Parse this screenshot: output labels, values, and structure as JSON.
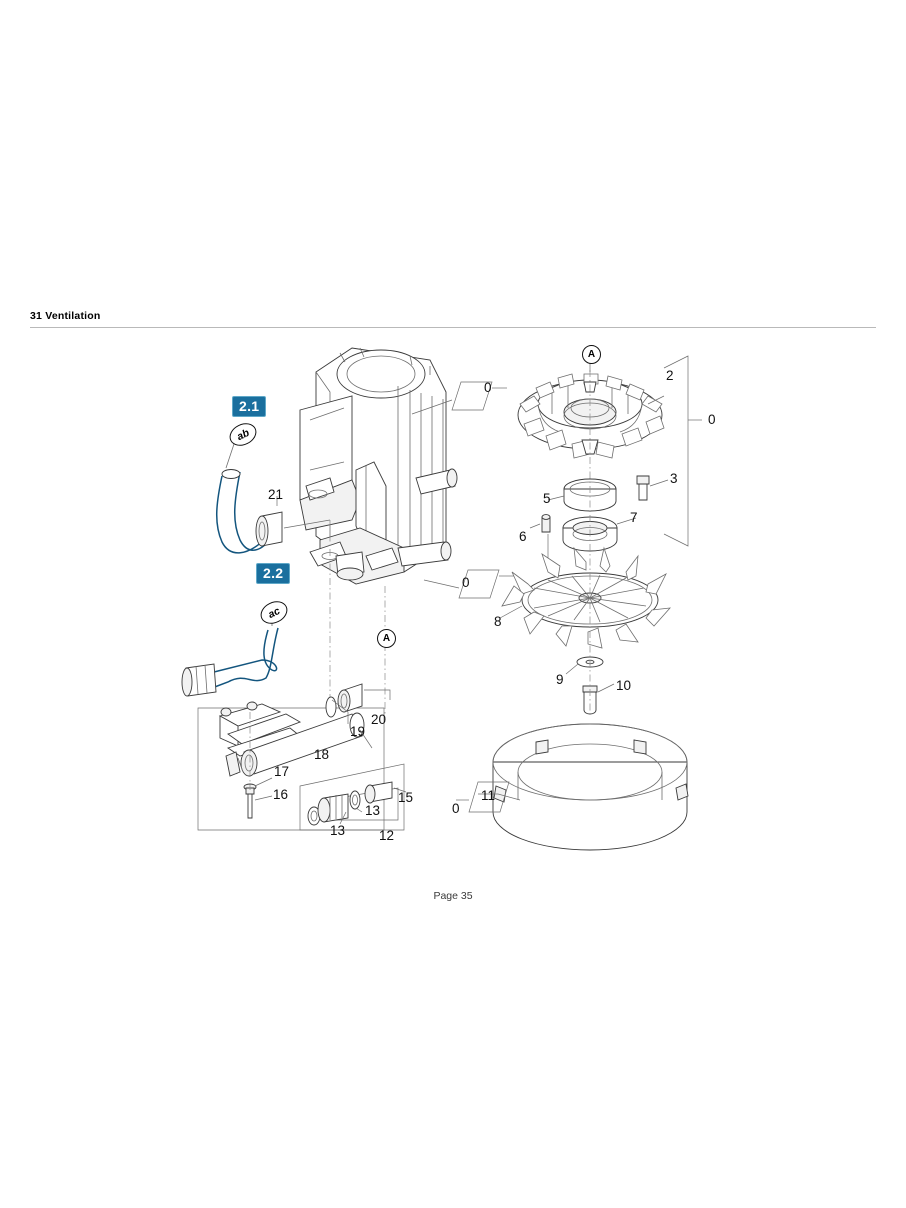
{
  "document": {
    "header_title": "31 Ventilation",
    "footer": "Page 35",
    "page_number": 35,
    "section_number": "31",
    "section_name": "Ventilation",
    "accent_color": "#1a6f9e",
    "line_color": "#6e6e6e"
  },
  "badges": [
    {
      "label": "2.1",
      "marker": "ab"
    },
    {
      "label": "2.2",
      "marker": "ac"
    }
  ],
  "reference_markers": [
    {
      "label": "A",
      "position": "top"
    },
    {
      "label": "A",
      "position": "bottom"
    }
  ],
  "callouts": {
    "zero_boxes": [
      {
        "label": "0",
        "id": "housing-top"
      },
      {
        "label": "0",
        "id": "housing-bottom"
      },
      {
        "label": "0",
        "id": "fan-assembly"
      },
      {
        "label": "0",
        "id": "shroud"
      }
    ],
    "items": [
      {
        "number": "2",
        "name": "fan-hub"
      },
      {
        "number": "3",
        "name": "screw-fan-hub"
      },
      {
        "number": "5",
        "name": "ring-collar"
      },
      {
        "number": "6",
        "name": "key"
      },
      {
        "number": "7",
        "name": "bearing"
      },
      {
        "number": "8",
        "name": "impeller-fan-wheel"
      },
      {
        "number": "9",
        "name": "washer"
      },
      {
        "number": "10",
        "name": "bolt"
      },
      {
        "number": "11",
        "name": "fan-cover-shroud"
      },
      {
        "number": "12",
        "name": "valve-group"
      },
      {
        "number": "13",
        "name": "seal-ring-lower"
      },
      {
        "number": "13",
        "name": "seal-ring-upper"
      },
      {
        "number": "15",
        "name": "sleeve-pin"
      },
      {
        "number": "16",
        "name": "screw-long"
      },
      {
        "number": "17",
        "name": "washer-small"
      },
      {
        "number": "18",
        "name": "tube-cylinder"
      },
      {
        "number": "19",
        "name": "o-ring"
      },
      {
        "number": "20",
        "name": "sleeve"
      },
      {
        "number": "21",
        "name": "hose-clamp-collar"
      }
    ]
  }
}
